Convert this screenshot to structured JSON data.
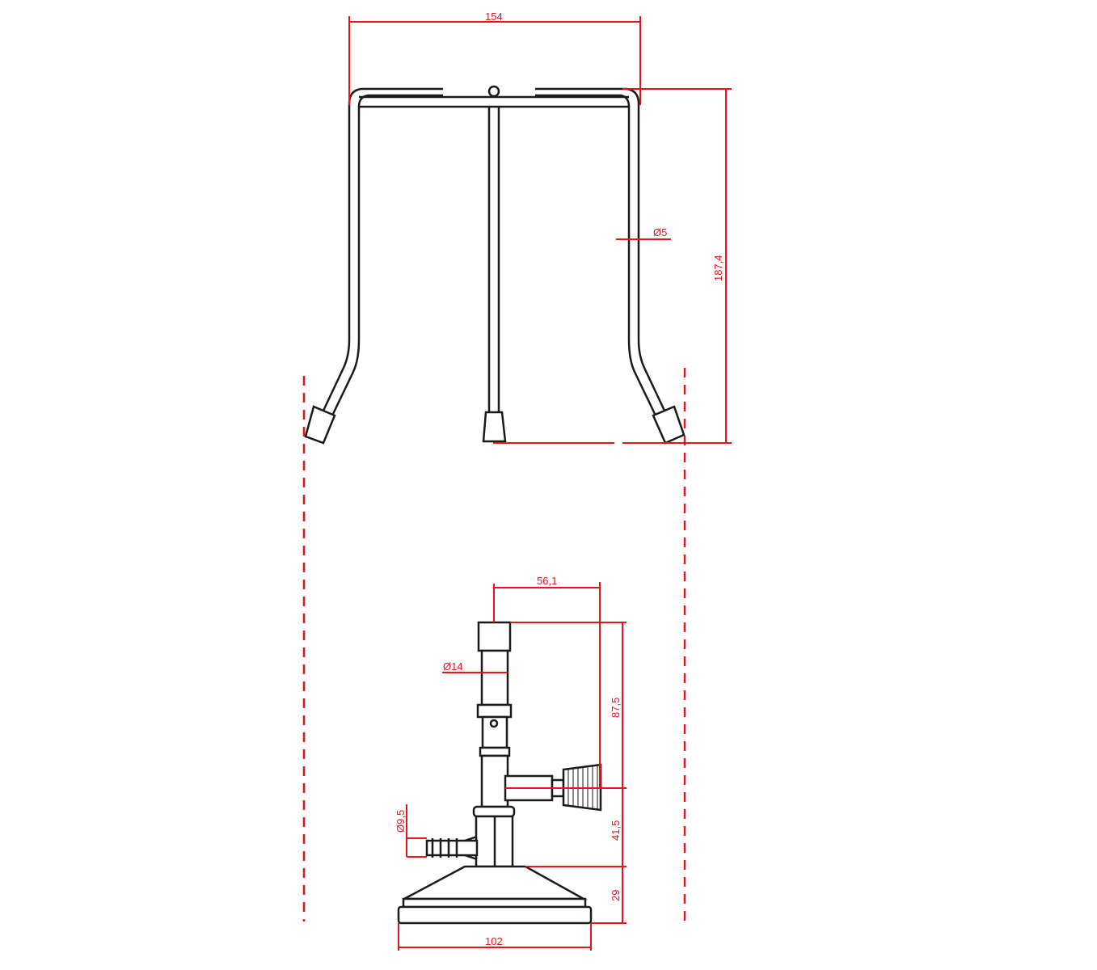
{
  "stand": {
    "width_label": "154",
    "rod_diameter_label": "Ø5",
    "height_label": "187,4"
  },
  "burner": {
    "offset_label": "56,1",
    "tube_diameter_label": "Ø14",
    "upper_height_label": "87,5",
    "hose_diameter_label": "Ø9,5",
    "middle_height_label": "41,5",
    "base_height_label": "29",
    "base_width_label": "102"
  },
  "colors": {
    "dimension": "#e8141c",
    "outline": "#1a1a1a"
  }
}
